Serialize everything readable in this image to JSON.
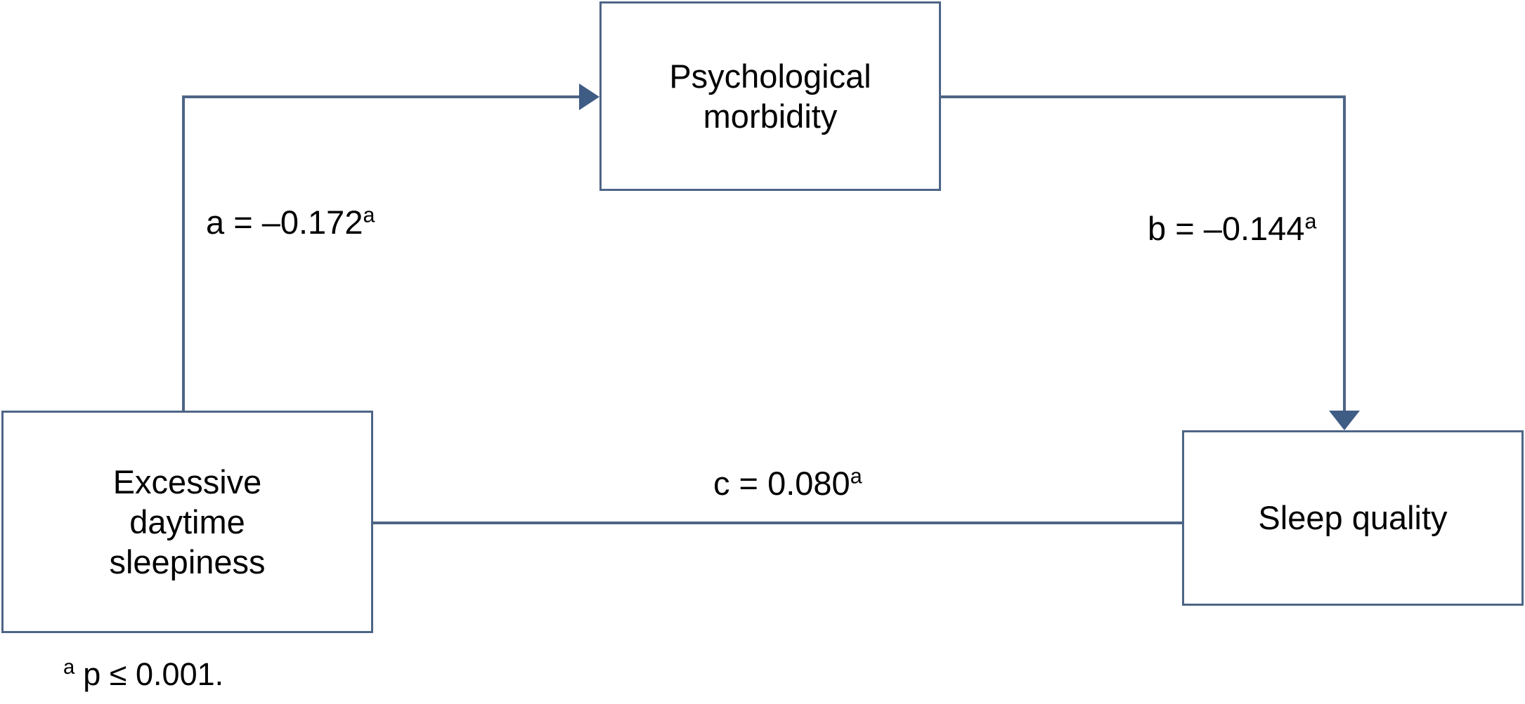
{
  "diagram": {
    "nodes": {
      "mediator": {
        "label": "Psychological morbidity"
      },
      "exposure": {
        "label": "Excessive daytime sleepiness"
      },
      "outcome": {
        "label": "Sleep quality"
      }
    },
    "paths": {
      "a": {
        "label": "a = –0.172",
        "marker": "a"
      },
      "b": {
        "label": "b = –0.144",
        "marker": "a"
      },
      "c": {
        "label": "c = 0.080",
        "marker": "a"
      }
    },
    "footnote": {
      "marker": "a",
      "text": "p ≤ 0.001."
    },
    "colors": {
      "stroke": "#4d6586",
      "arrow": "#3f5c85",
      "text": "#000000",
      "background": "#ffffff"
    }
  }
}
